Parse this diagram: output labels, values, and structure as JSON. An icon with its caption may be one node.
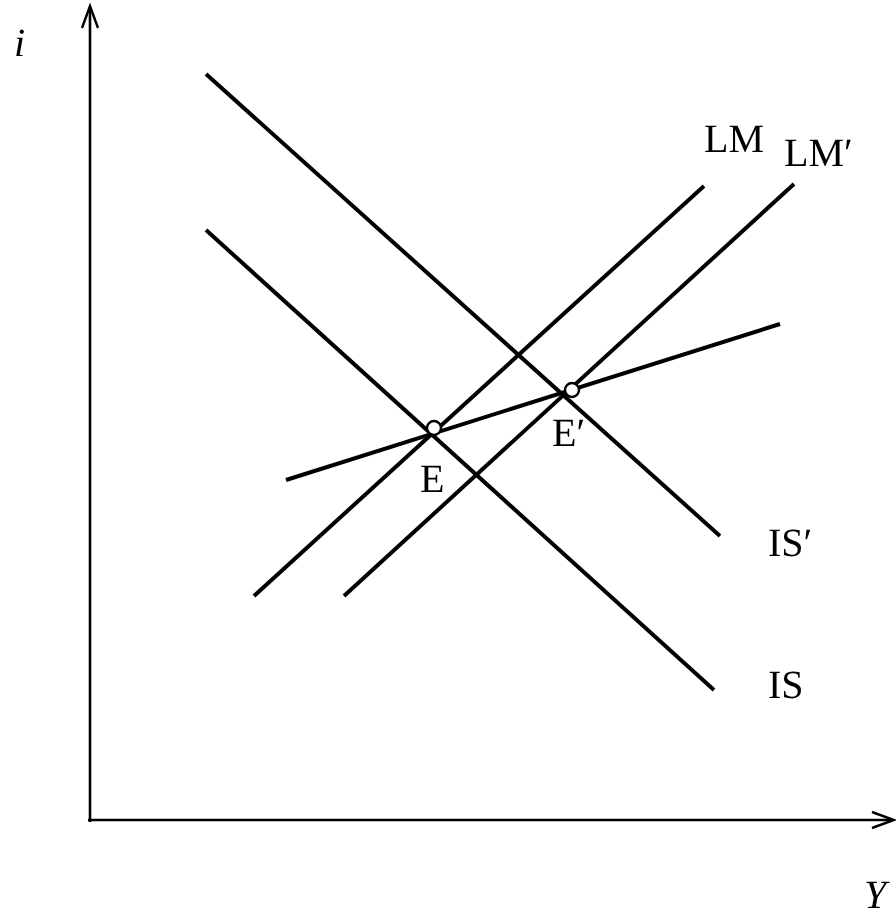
{
  "diagram": {
    "labels": [
      "i",
      "LM",
      "LM′",
      "E′",
      "E",
      "IS′",
      "IS",
      "Y"
    ]
  }
}
